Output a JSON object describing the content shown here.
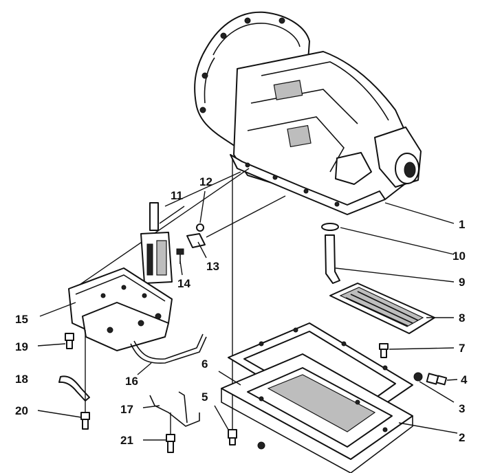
{
  "callouts": [
    {
      "id": "1",
      "label": "1"
    },
    {
      "id": "2",
      "label": "2"
    },
    {
      "id": "3",
      "label": "3"
    },
    {
      "id": "4",
      "label": "4"
    },
    {
      "id": "5",
      "label": "5"
    },
    {
      "id": "6",
      "label": "6"
    },
    {
      "id": "7",
      "label": "7"
    },
    {
      "id": "8",
      "label": "8"
    },
    {
      "id": "9",
      "label": "9"
    },
    {
      "id": "10",
      "label": "10"
    },
    {
      "id": "11",
      "label": "11"
    },
    {
      "id": "12",
      "label": "12"
    },
    {
      "id": "13",
      "label": "13"
    },
    {
      "id": "14",
      "label": "14"
    },
    {
      "id": "15",
      "label": "15"
    },
    {
      "id": "16",
      "label": "16"
    },
    {
      "id": "17",
      "label": "17"
    },
    {
      "id": "18",
      "label": "18"
    },
    {
      "id": "19",
      "label": "19"
    },
    {
      "id": "20",
      "label": "20"
    },
    {
      "id": "21",
      "label": "21"
    }
  ],
  "colors": {
    "ink": "#111111",
    "background": "#ffffff"
  }
}
